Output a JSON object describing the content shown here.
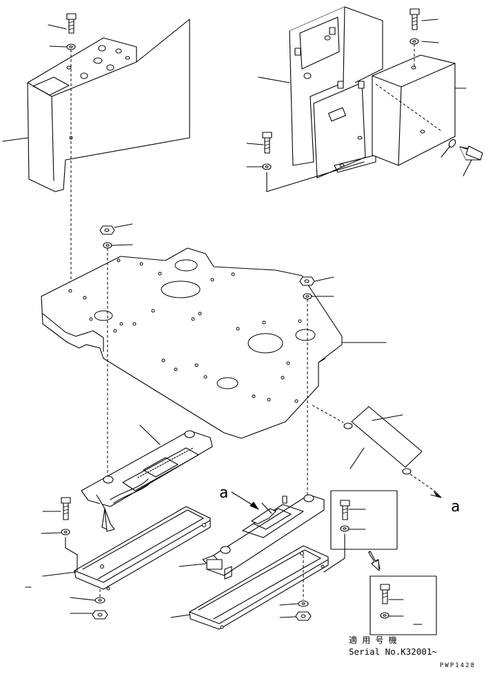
{
  "diagram": {
    "letter_a_upper": "a",
    "letter_a_right": "a",
    "note_line1": "適 用 号 機",
    "note_line2": "Serial No.K32001~",
    "drawing_code": "PWP1428"
  }
}
